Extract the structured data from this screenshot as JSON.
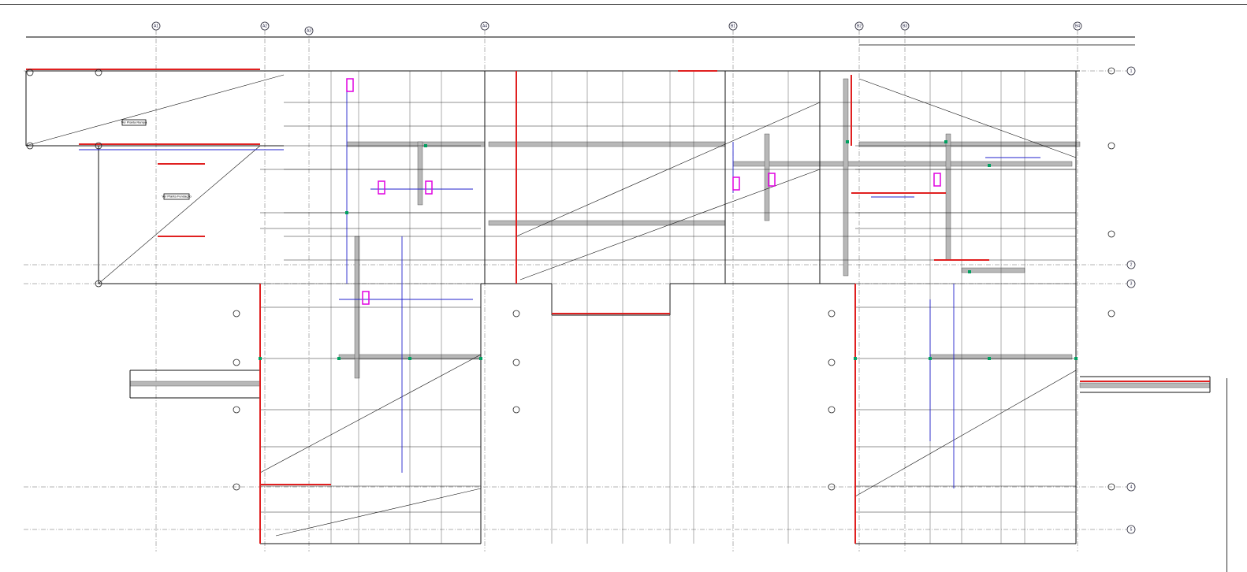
{
  "drawing": {
    "grid_columns": [
      "A1",
      "A2",
      "A3",
      "A4",
      "B1",
      "B2",
      "B3",
      "B4"
    ],
    "grid_rows": [
      "1",
      "2",
      "3",
      "4",
      "5"
    ],
    "notes": [
      "Ver Planta Rampa",
      "Ver Planta Fundação"
    ],
    "colors": {
      "line": "#111111",
      "wall": "#e02020",
      "pipe": "#2222cc",
      "accent": "#e000e0",
      "node": "#00a060",
      "beam_fill": "#b8b8b8"
    }
  }
}
